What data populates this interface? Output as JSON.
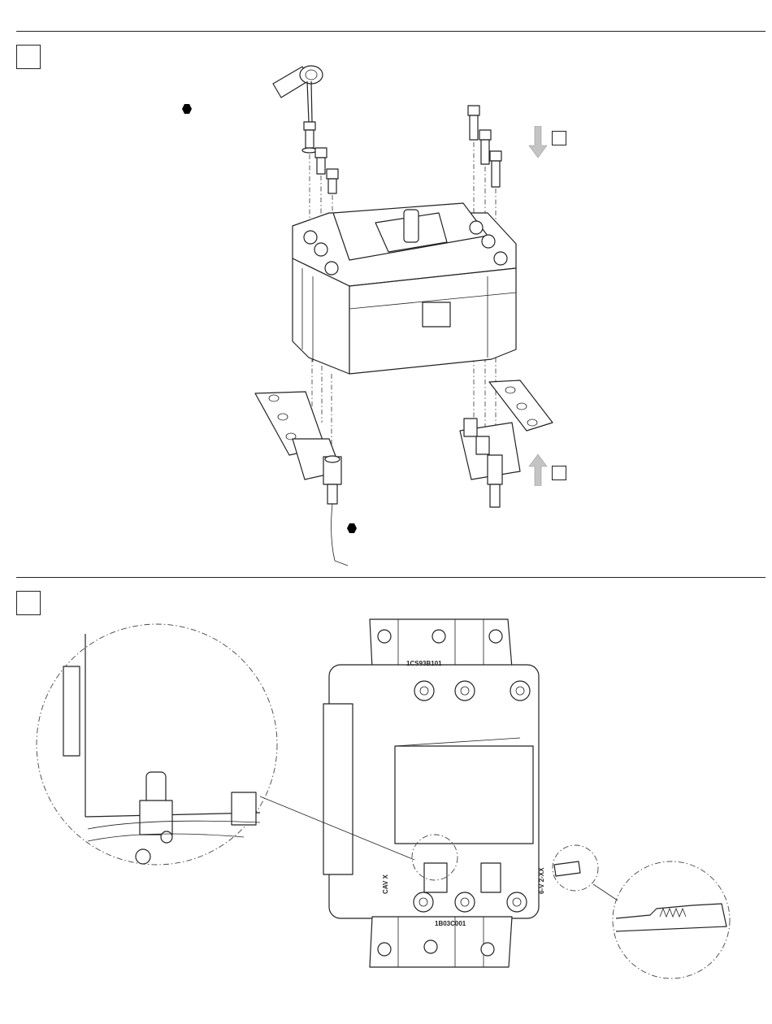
{
  "step1": {
    "marker": "",
    "tool_callout": "",
    "bottom_callout": ""
  },
  "step2": {
    "marker": ""
  },
  "labels": {
    "top_code": "1CS93B101",
    "bottom_code": "1B03C001",
    "left_vertical": "CAV X",
    "right_vertical": "6-V 2-XX"
  },
  "colors": {
    "line": "#222222",
    "arrow": "#bdbdbd",
    "hatch": "#777777"
  },
  "icons": {
    "down_arrow": "arrow-down-icon",
    "up_arrow": "arrow-up-icon",
    "callout": "hexagon-marker-icon"
  }
}
